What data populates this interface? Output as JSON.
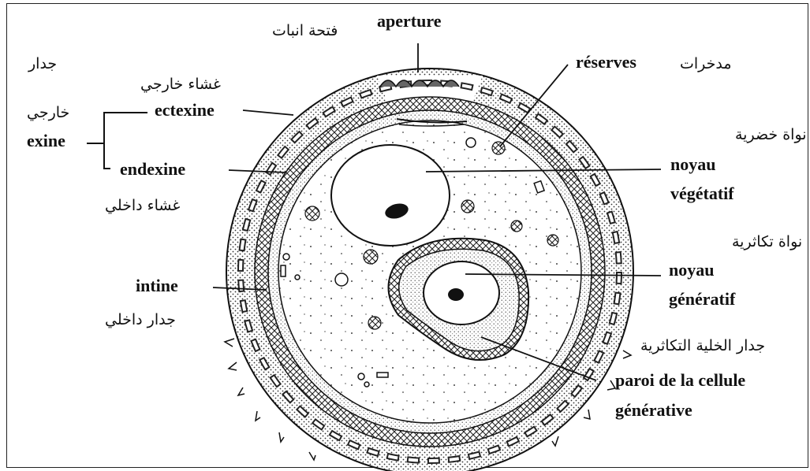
{
  "labels_fr": {
    "aperture": "aperture",
    "reserves": "réserves",
    "ectexine": "ectexine",
    "exine": "exine",
    "endexine": "endexine",
    "noyau_vegetatif_1": "noyau",
    "noyau_vegetatif_2": "végétatif",
    "noyau_generatif_1": "noyau",
    "noyau_generatif_2": "génératif",
    "intine": "intine",
    "paroi_1": "paroi de la cellule",
    "paroi_2": "générative"
  },
  "labels_ar": {
    "aperture": "فتحة انبات",
    "wall": "جدار",
    "outer_membrane": "غشاء خارجي",
    "outer": "خارجي",
    "inner_membrane": "غشاء داخلي",
    "inner_wall": "جدار داخلي",
    "reserves": "مدخرات",
    "green_nucleus": "نواة خضرية",
    "reproductive_nucleus": "نواة تكاثرية",
    "reproductive_cell_wall": "جدار الخلية التكاثرية"
  }
}
